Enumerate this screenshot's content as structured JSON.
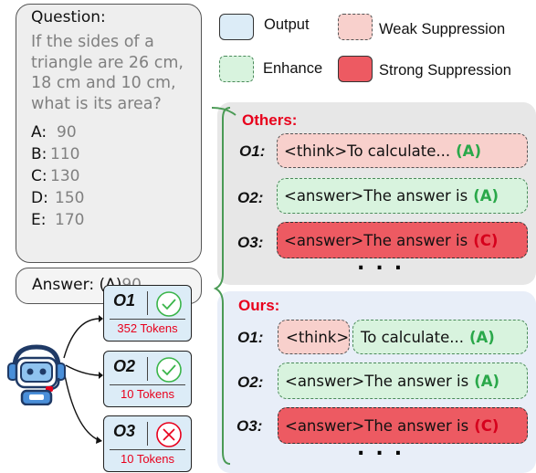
{
  "question": {
    "heading": "Question:",
    "lines": [
      "If the sides of a",
      "triangle are 26 cm,",
      "18 cm and 10 cm,",
      "what is its area?"
    ],
    "options": [
      {
        "letter": "A:",
        "value": "90"
      },
      {
        "letter": "B:",
        "value": "110"
      },
      {
        "letter": "C:",
        "value": "130"
      },
      {
        "letter": "D:",
        "value": "150"
      },
      {
        "letter": "E:",
        "value": "170"
      }
    ]
  },
  "answer": {
    "label": "Answer:",
    "choice": "(A)",
    "value": "90"
  },
  "legend": {
    "output": "Output",
    "weak": "Weak Suppression",
    "enhance": "Enhance",
    "strong": "Strong Suppression",
    "colors": {
      "output": "#dcecf7",
      "weak": "#f8d0cc",
      "enhance": "#d8f3de",
      "strong": "#ed5a62"
    }
  },
  "others": {
    "title": "Others:",
    "rows": [
      {
        "label": "O1",
        "text": "<think>To calculate...",
        "mark": "(A)"
      },
      {
        "label": "O2",
        "text": "<answer>The answer is",
        "mark": "(A)"
      },
      {
        "label": "O3",
        "text": "<answer>The answer is",
        "mark": "(C)"
      }
    ],
    "ellipsis": "..."
  },
  "ours": {
    "title": "Ours:",
    "rows": [
      {
        "label": "O1",
        "think": "<think>",
        "text": "To calculate...",
        "mark": "(A)"
      },
      {
        "label": "O2",
        "text": "<answer>The answer is",
        "mark": "(A)"
      },
      {
        "label": "O3",
        "text": "<answer>The answer is",
        "mark": "(C)"
      }
    ],
    "ellipsis": "..."
  },
  "outputs": [
    {
      "name": "O1",
      "tokens": "352 Tokens",
      "status": "check"
    },
    {
      "name": "O2",
      "tokens": "10 Tokens",
      "status": "check"
    },
    {
      "name": "O3",
      "tokens": "10 Tokens",
      "status": "cross"
    }
  ],
  "icons": {
    "robot": "robot-icon",
    "check": "check-circle-icon",
    "cross": "cross-circle-icon"
  }
}
